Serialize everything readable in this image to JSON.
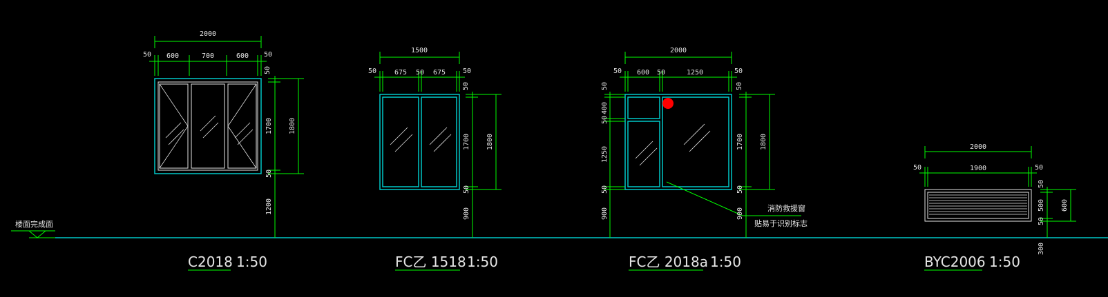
{
  "canvas": {
    "background": "#000000"
  },
  "colors": {
    "dimension": "#00ff00",
    "frame": "#00c8c8",
    "text": "#e6e6e6",
    "marker": "#ff0000"
  },
  "floor_label": "楼面完成面",
  "windows": [
    {
      "title": "C2018",
      "scale": "1:50",
      "overall_width": "2000",
      "width_segments": [
        "50",
        "600",
        "700",
        "600",
        "50"
      ],
      "height_segments": [
        "50",
        "1700",
        "50"
      ],
      "overall_height": "1800",
      "sill_height": "1200"
    },
    {
      "title": "FC乙 1518",
      "scale": "1:50",
      "overall_width": "1500",
      "width_segments": [
        "50",
        "675",
        "50",
        "675",
        "50"
      ],
      "height_segments": [
        "50",
        "1700",
        "50"
      ],
      "overall_height": "1800",
      "sill_height": "900"
    },
    {
      "title": "FC乙 2018a",
      "scale": "1:50",
      "overall_width": "2000",
      "width_segments": [
        "50",
        "600",
        "50",
        "1250",
        "50"
      ],
      "left_height_segments": [
        "50",
        "400",
        "50",
        "1250",
        "50"
      ],
      "height_segments": [
        "50",
        "1700",
        "50"
      ],
      "overall_height": "1800",
      "sill_height": "900",
      "note_lines": [
        "消防救援窗",
        "贴易于识别标志"
      ]
    },
    {
      "title": "BYC2006",
      "scale": "1:50",
      "overall_width": "2000",
      "width_segments": [
        "50",
        "1900",
        "50"
      ],
      "height_segments": [
        "50",
        "500",
        "50"
      ],
      "overall_height": "600",
      "sill_height": "300"
    }
  ]
}
